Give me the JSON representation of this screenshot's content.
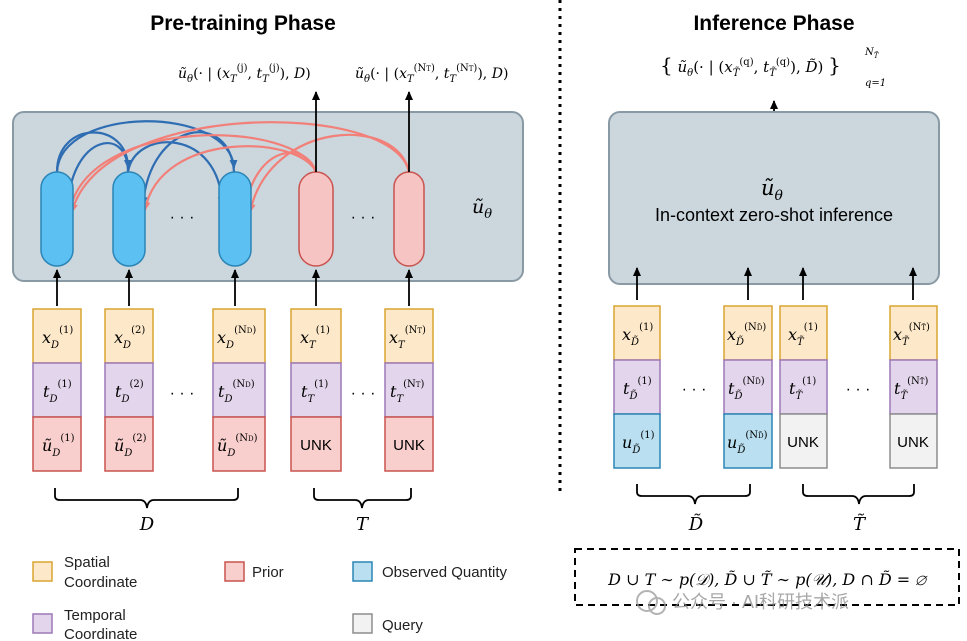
{
  "pretraining": {
    "title": "Pre-training Phase",
    "model_label": "ũθ",
    "output_left": "ũθ(· | (x_T^(j), t_T^(j)), D)",
    "output_right": "ũθ(· | (x_T^(N_T), t_T^(N_T)), D)",
    "dots": "· · ·",
    "brace_D": "D",
    "brace_T": "T",
    "unk": "UNK"
  },
  "inference": {
    "title": "Inference Phase",
    "model_label": "ũθ",
    "model_caption": "In-context zero-shot inference",
    "output": "{ ũθ(· | (x_T̃^(q), t_T̃^(q)), D̃) } q=1..N_T̃",
    "brace_D": "D̃",
    "brace_T": "T̃",
    "unk": "UNK",
    "equation": "D ∪ T ∼ p(𝒟), D̃ ∪ T̃ ∼ p(𝒰), D ∩ D̃ = ∅"
  },
  "legend": {
    "spatial": "Spatial Coordinate",
    "spatial_line1": "Spatial",
    "spatial_line2": "Coordinate",
    "temporal_line1": "Temporal",
    "temporal_line2": "Coordinate",
    "prior": "Prior",
    "observed": "Observed Quantity",
    "query": "Query"
  },
  "watermark": "公众号 · AI科研技术派",
  "colors": {
    "spatial_fill": "#fde9c9",
    "spatial_stroke": "#d9a531",
    "temporal_fill": "#e3d6ec",
    "temporal_stroke": "#9c79b8",
    "prior_fill": "#f8cfcd",
    "prior_stroke": "#c9534f",
    "observed_fill": "#b9dff0",
    "observed_stroke": "#2b85b6",
    "query_fill": "#f2f2f2",
    "query_stroke": "#8d8d8d",
    "model_fill": "#cbd6dd",
    "model_stroke": "#8a9aa5",
    "token_blue": "#5cc0f2",
    "token_pink": "#f6c4c2",
    "arrow_blue": "#2f6db3",
    "arrow_pink": "#f27f78"
  }
}
